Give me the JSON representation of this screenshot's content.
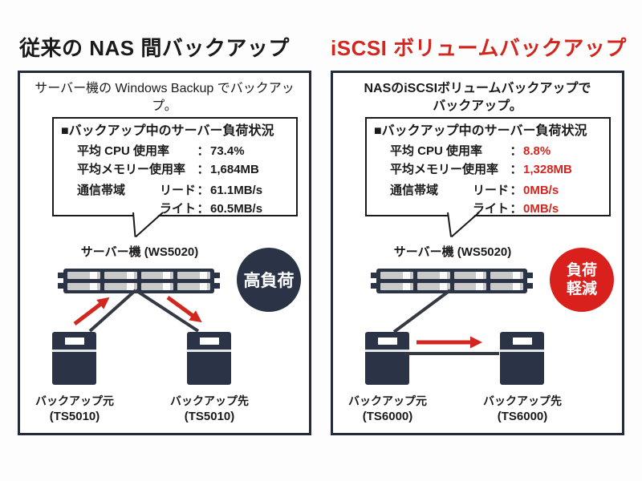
{
  "colors": {
    "navy": "#2b3447",
    "panel_border": "#232b3a",
    "red": "#d3261f",
    "connector": "#343943",
    "rack_bar_gray": "#c9c9c9"
  },
  "panels": {
    "left": {
      "title": "従来の NAS 間バックアップ",
      "subtitle_line1": "サーバー機の Windows Backup でバックアップ。",
      "subtitle_line2": "",
      "stats": {
        "header": "■バックアップ中のサーバー負荷状況",
        "rows": [
          {
            "label": "平均 CPU 使用率",
            "sub": "",
            "colon": "：",
            "value": "73.4%"
          },
          {
            "label": "平均メモリー使用率",
            "sub": "",
            "colon": "：",
            "value": "1,684MB"
          },
          {
            "label": "通信帯域",
            "sub": "リード",
            "colon": "：",
            "value": "61.1MB/s"
          },
          {
            "label": "",
            "sub": "ライト",
            "colon": "：",
            "value": "60.5MB/s"
          }
        ]
      },
      "server_label": "サーバー機 (WS5020)",
      "badge_line1": "高負荷",
      "badge_line2": "",
      "badge_color": "#2b3447",
      "source_name": "バックアップ元",
      "source_model": "(TS5010)",
      "dest_name": "バックアップ先",
      "dest_model": "(TS5010)"
    },
    "right": {
      "title": "iSCSI ボリュームバックアップ",
      "subtitle_line1": "NASのiSCSIボリュームバックアップで",
      "subtitle_line2": "バックアップ。",
      "stats": {
        "header": "■バックアップ中のサーバー負荷状況",
        "rows": [
          {
            "label": "平均 CPU 使用率",
            "sub": "",
            "colon": "：",
            "value": "8.8%"
          },
          {
            "label": "平均メモリー使用率",
            "sub": "",
            "colon": "：",
            "value": "1,328MB"
          },
          {
            "label": "通信帯域",
            "sub": "リード",
            "colon": "：",
            "value": "0MB/s"
          },
          {
            "label": "",
            "sub": "ライト",
            "colon": "：",
            "value": "0MB/s"
          }
        ]
      },
      "server_label": "サーバー機 (WS5020)",
      "badge_line1": "負荷",
      "badge_line2": "軽減",
      "badge_color": "#da201c",
      "source_name": "バックアップ元",
      "source_model": "(TS6000)",
      "dest_name": "バックアップ先",
      "dest_model": "(TS6000)"
    }
  }
}
